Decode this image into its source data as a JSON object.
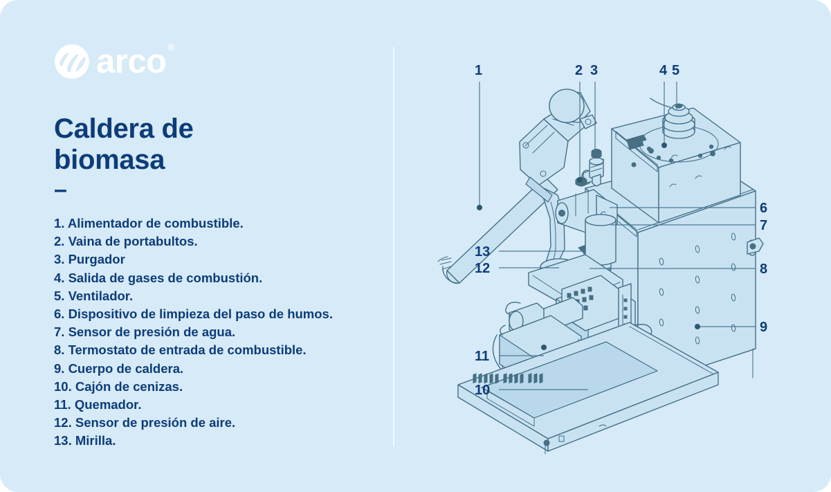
{
  "brand": {
    "name": "arco",
    "trademark": "®",
    "logo_icon": "arco-swirl-logo-icon",
    "color": "#ffffff"
  },
  "title": {
    "line1": "Caldera de",
    "line2": "biomasa",
    "dash": "–",
    "color": "#0d3c78"
  },
  "legend": {
    "items": [
      "1. Alimentador de combustible.",
      "2. Vaina de portabultos.",
      "3. Purgador",
      "4. Salida de gases de combustión.",
      "5. Ventilador.",
      "6. Dispositivo de limpieza del paso de humos.",
      "7. Sensor de presión de agua.",
      "8. Termostato de entrada de combustible.",
      "9. Cuerpo de caldera.",
      "10. Cajón de cenizas.",
      "11. Quemador.",
      "12. Sensor de presión de aire.",
      "13. Mirilla."
    ]
  },
  "diagram": {
    "callouts": [
      {
        "id": "1",
        "label": "1",
        "side": "top"
      },
      {
        "id": "2",
        "label": "2",
        "side": "top"
      },
      {
        "id": "3",
        "label": "3",
        "side": "top"
      },
      {
        "id": "4",
        "label": "4",
        "side": "top"
      },
      {
        "id": "5",
        "label": "5",
        "side": "top"
      },
      {
        "id": "6",
        "label": "6",
        "side": "right"
      },
      {
        "id": "7",
        "label": "7",
        "side": "right"
      },
      {
        "id": "8",
        "label": "8",
        "side": "right"
      },
      {
        "id": "9",
        "label": "9",
        "side": "right"
      },
      {
        "id": "10",
        "label": "10",
        "side": "left"
      },
      {
        "id": "11",
        "label": "11",
        "side": "left"
      },
      {
        "id": "12",
        "label": "12",
        "side": "left"
      },
      {
        "id": "13",
        "label": "13",
        "side": "left"
      }
    ]
  },
  "colors": {
    "panel_background": "#d6eaf7",
    "page_background": "#ffffff",
    "label_text": "#0d3c78",
    "leader_line": "#4a7a93",
    "drawing_stroke": "#3f6c83",
    "divider": "#f2fafd"
  }
}
